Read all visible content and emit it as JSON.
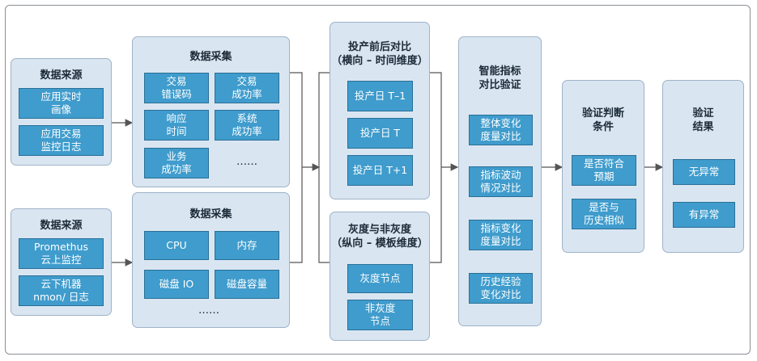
{
  "source_top": {
    "title": "数据来源",
    "items": [
      "应用实时\n画像",
      "应用交易\n监控日志"
    ]
  },
  "source_bottom": {
    "title": "数据来源",
    "items": [
      "Promethus\n云上监控",
      "云下机器\nnmon/ 日志"
    ]
  },
  "collect_top": {
    "title": "数据采集",
    "items": [
      "交易\n错误码",
      "交易\n成功率",
      "响应\n时间",
      "系统\n成功率",
      "业务\n成功率"
    ],
    "more": "……"
  },
  "collect_bottom": {
    "title": "数据采集",
    "items": [
      "CPU",
      "内存",
      "磁盘 IO",
      "磁盘容量"
    ],
    "more": "……"
  },
  "compare_top": {
    "title": "投产前后对比\n（横向 – 时间维度）",
    "items": [
      "投产日 T–1",
      "投产日 T",
      "投产日 T+1"
    ]
  },
  "compare_bottom": {
    "title": "灰度与非灰度\n（纵向 – 模板维度）",
    "items": [
      "灰度节点",
      "非灰度\n节点"
    ]
  },
  "smart": {
    "title": "智能指标\n对比验证",
    "items": [
      "整体变化\n度量对比",
      "指标波动\n情况对比",
      "指标变化\n度量对比",
      "历史经验\n变化对比"
    ]
  },
  "judge": {
    "title": "验证判断\n条件",
    "items": [
      "是否符合\n预期",
      "是否与\n历史相似"
    ]
  },
  "result": {
    "title": "验证\n结果",
    "items": [
      "无异常",
      "有异常"
    ]
  },
  "colors": {
    "panel": "#d9e6f2",
    "box": "#3f9ccd",
    "line": "#555555"
  }
}
